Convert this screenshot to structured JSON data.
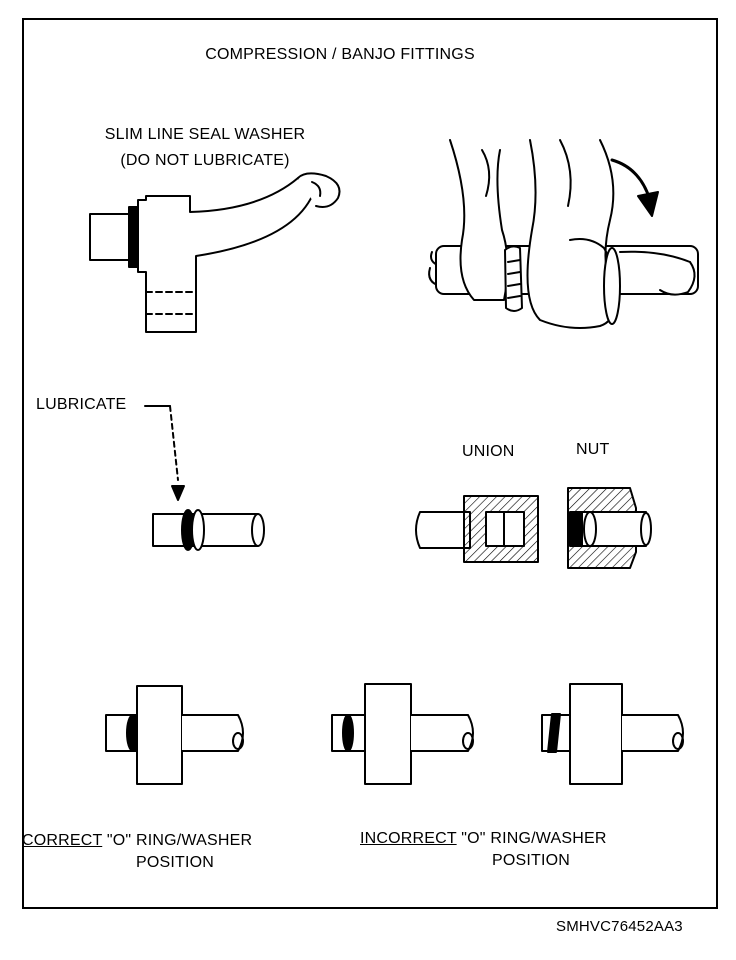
{
  "title": "COMPRESSION / BANJO FITTINGS",
  "banjo": {
    "label_line1": "SLIM LINE SEAL WASHER",
    "label_line2": "(DO NOT LUBRICATE)"
  },
  "lubricate_label": "LUBRICATE",
  "union_label": "UNION",
  "nut_label": "NUT",
  "correct": {
    "keyword": "CORRECT",
    "rest": "\"O\" RING/WASHER",
    "line2": "POSITION"
  },
  "incorrect": {
    "keyword": "INCORRECT",
    "rest": "\"O\" RING/WASHER",
    "line2": "POSITION"
  },
  "figure_code": "SMHVC76452AA3"
}
